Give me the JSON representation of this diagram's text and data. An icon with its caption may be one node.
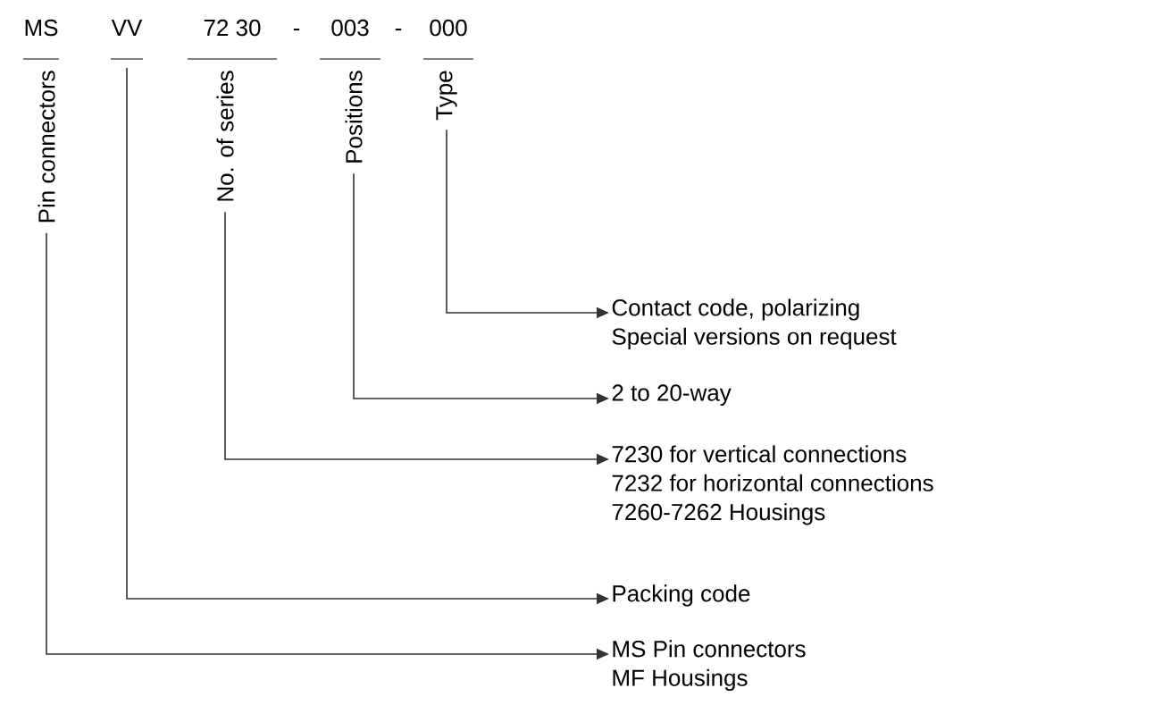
{
  "diagram": {
    "nodes": [
      {
        "text": [
          "MS",
          "Pin connectors"
        ]
      },
      {
        "text": [
          "VV"
        ]
      },
      {
        "text": [
          "72 30",
          "No. of series"
        ]
      },
      {
        "text": [
          "003",
          "Positions"
        ]
      },
      {
        "text": [
          "000",
          "Type"
        ]
      },
      {
        "text": [
          "Contact code, polarizing",
          "Special versions on request"
        ]
      },
      {
        "text": [
          "2 to 20-way"
        ]
      },
      {
        "text": [
          "7230 for vertical connections",
          "7232 for horizontal connections",
          "7260-7262 Housings"
        ]
      },
      {
        "text": [
          "Packing code"
        ]
      },
      {
        "text": [
          "MS Pin connectors",
          "MF Housings"
        ]
      }
    ],
    "edges": [
      {
        "from": 4,
        "to": 5,
        "arrow": "to"
      },
      {
        "from": 3,
        "to": 6,
        "arrow": "to"
      },
      {
        "from": 2,
        "to": 7,
        "arrow": "to"
      },
      {
        "from": 1,
        "to": 8,
        "arrow": "to"
      },
      {
        "from": 0,
        "to": 9,
        "arrow": "to"
      }
    ],
    "labels": [
      "-",
      "-"
    ]
  }
}
